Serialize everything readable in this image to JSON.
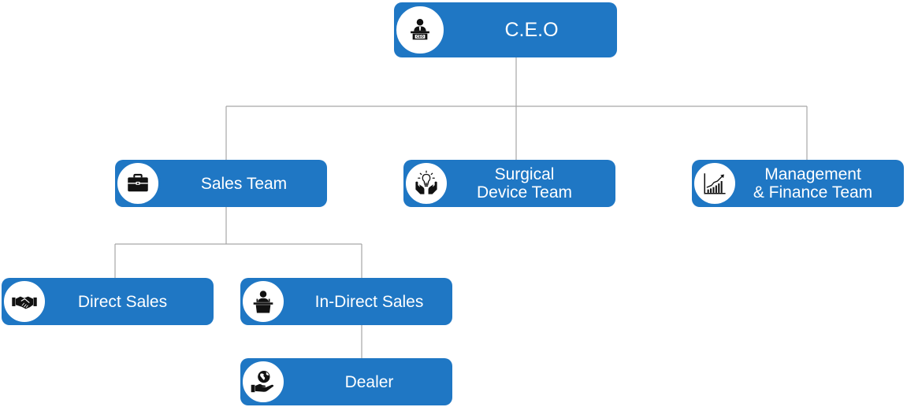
{
  "colors": {
    "box": "#1f77c4",
    "line": "#a6a6a6",
    "text": "#ffffff",
    "icon": "#111111"
  },
  "nodes": {
    "ceo": {
      "lines": [
        "C.E.O"
      ],
      "icon": "ceo-desk-icon",
      "icon_text": "CEO"
    },
    "sales_team": {
      "lines": [
        "Sales Team"
      ],
      "icon": "briefcase-icon"
    },
    "surgical": {
      "lines": [
        "Surgical",
        "Device Team"
      ],
      "icon": "lightbulb-hands-icon"
    },
    "management": {
      "lines": [
        "Management",
        "& Finance Team"
      ],
      "icon": "growth-chart-icon"
    },
    "direct_sales": {
      "lines": [
        "Direct Sales"
      ],
      "icon": "handshake-icon"
    },
    "indirect_sales": {
      "lines": [
        "In-Direct Sales"
      ],
      "icon": "presenter-podium-icon"
    },
    "dealer": {
      "lines": [
        "Dealer"
      ],
      "icon": "globe-hand-icon"
    }
  }
}
